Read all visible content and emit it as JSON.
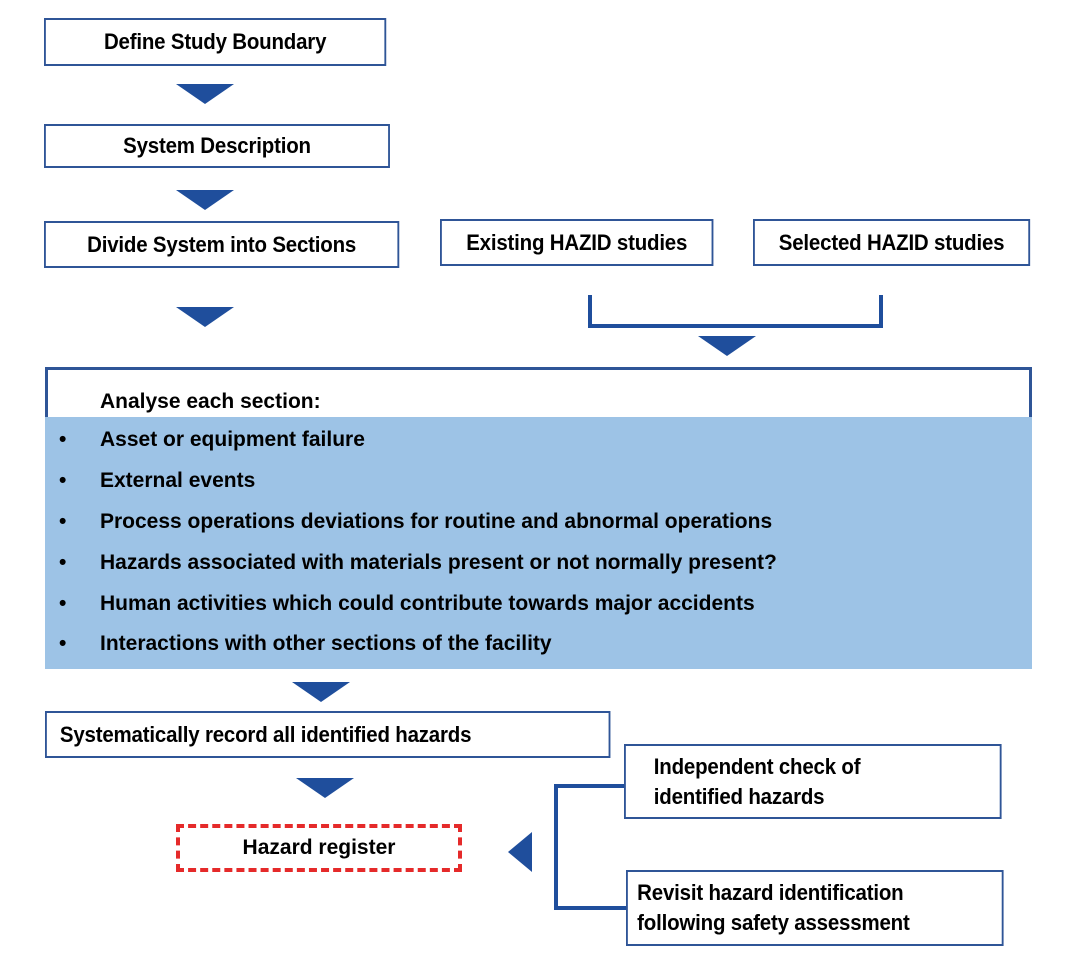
{
  "boxes": {
    "define_boundary": "Define Study Boundary",
    "system_description": "System Description",
    "divide_system": "Divide System into Sections",
    "existing_hazid": "Existing HAZID studies",
    "selected_hazid": "Selected HAZID studies",
    "record_hazards": "Systematically record all identified hazards",
    "independent_check_line1": "Independent check of",
    "independent_check_line2": "identified hazards",
    "revisit_line1": "Revisit hazard identification",
    "revisit_line2": "following safety assessment",
    "hazard_register": "Hazard register"
  },
  "analyse": {
    "title": "Analyse each section:",
    "bullet_symbol": "•",
    "items": [
      "Asset or equipment failure",
      "External events",
      "Process operations deviations for routine and abnormal operations",
      "Hazards associated with materials present or not normally present?",
      "Human activities which could contribute towards major accidents",
      "Interactions with other sections of the facility"
    ]
  },
  "colors": {
    "arrow_blue": "#1f4e9c",
    "box_border": "#2f5597",
    "analysis_fill": "#9dc3e6",
    "register_dash": "#e52a2a"
  }
}
